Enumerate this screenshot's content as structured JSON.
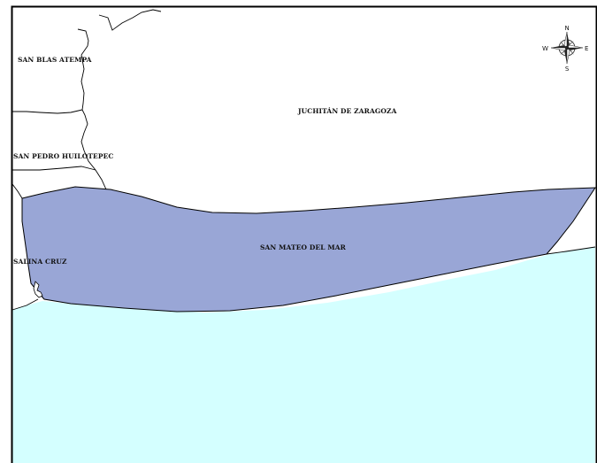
{
  "map": {
    "labels": {
      "juchitan": "JUCHITÁN DE ZARAGOZA",
      "san_blas": "SAN BLAS ATEMPA",
      "san_pedro": "SAN PEDRO HUILOTEPEC",
      "salina_cruz": "SALINA CRUZ",
      "san_mateo": "SAN MATEO DEL MAR"
    },
    "compass": {
      "n": "N",
      "s": "S",
      "e": "E",
      "w": "W"
    },
    "colors": {
      "highlight_fill": "#99a6d6",
      "sea_fill": "#d4ffff",
      "land_fill": "#ffffff",
      "border": "#000000"
    }
  }
}
